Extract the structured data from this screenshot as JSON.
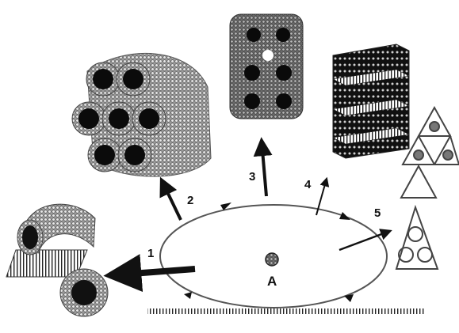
{
  "diagram": {
    "center_label": "A",
    "pathway_labels": [
      "1",
      "2",
      "3",
      "4",
      "5"
    ],
    "ink_color": "#111111",
    "structure_gray": "#555555"
  }
}
